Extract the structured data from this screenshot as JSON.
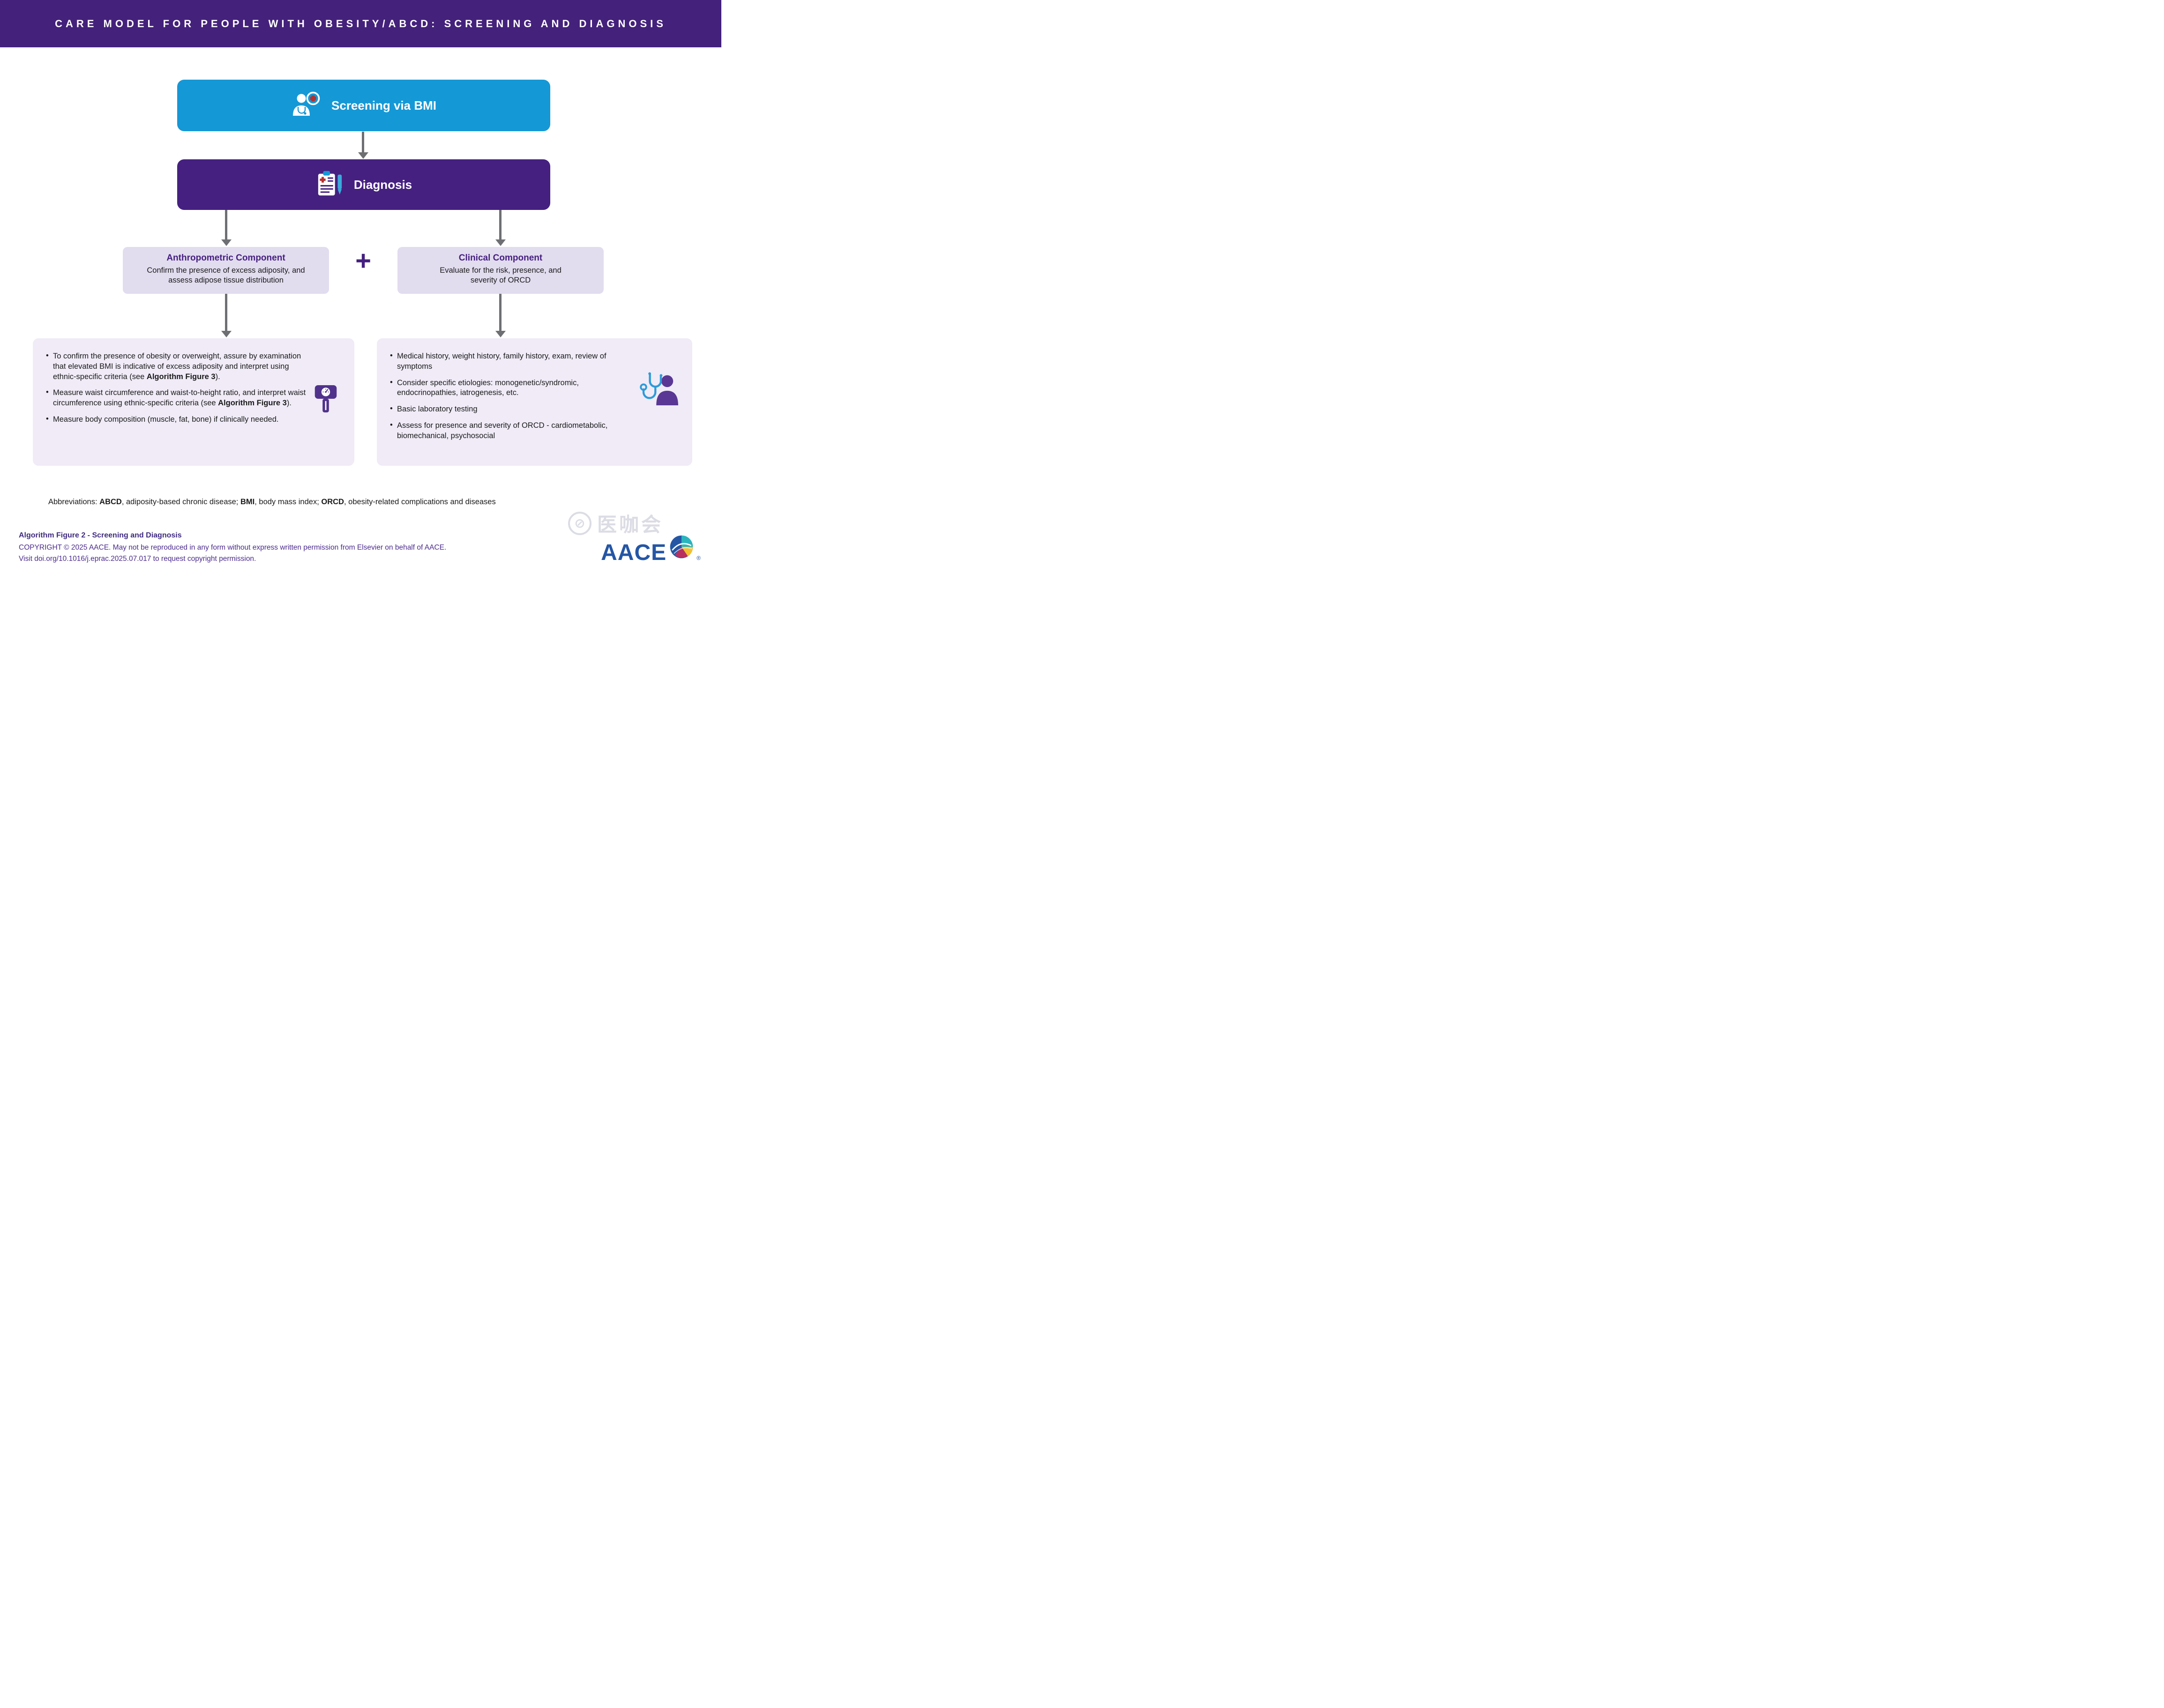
{
  "colors": {
    "header_purple": "#44217B",
    "screening_blue": "#1598D6",
    "diagnosis_purple": "#452080",
    "component_lavender": "#E2DCEF",
    "detail_lavender": "#F0EBF7",
    "arrow_gray": "#6E6F72",
    "cross_red": "#B5312F",
    "aace_blue": "#2456A5"
  },
  "header": {
    "title": "CARE MODEL FOR PEOPLE WITH OBESITY/ABCD: SCREENING AND DIAGNOSIS"
  },
  "flow": {
    "screening_label": "Screening via BMI",
    "diagnosis_label": "Diagnosis",
    "plus_sign": "+",
    "anthropometric": {
      "title": "Anthropometric Component",
      "subtitle": "Confirm the presence of excess adiposity, and assess adipose tissue distribution",
      "bullets": [
        "To confirm the presence of obesity or overweight, assure by examination that elevated BMI is indicative of excess adiposity and interpret using ethnic-specific criteria (see **Algorithm Figure 3**).",
        "Measure waist circumference and waist-to-height ratio, and interpret waist circumference using ethnic-specific criteria (see **Algorithm Figure 3**).",
        "Measure body composition (muscle, fat, bone) if clinically needed."
      ]
    },
    "clinical": {
      "title": "Clinical Component",
      "subtitle": "Evaluate for the risk, presence, and severity of ORCD",
      "bullets": [
        "Medical history, weight history, family history, exam, review of symptoms",
        "Consider specific etiologies: monogenetic/syndromic, endocrinopathies, iatrogenesis, etc.",
        "Basic laboratory testing",
        "Assess for presence and severity of ORCD - cardiometabolic, biomechanical, psychosocial"
      ]
    }
  },
  "abbreviations": "Abbreviations: **ABCD**, adiposity-based chronic disease; **BMI**, body mass index; **ORCD**, obesity-related complications and diseases",
  "footer": {
    "figure_label": "Algorithm Figure 2 - Screening and Diagnosis",
    "copyright": "COPYRIGHT © 2025 AACE. May not be reproduced in any form without express written permission from Elsevier on behalf of AACE.",
    "doi_note": "Visit doi.org/10.1016/j.eprac.2025.07.017 to request copyright permission.",
    "logo_text": "AACE",
    "registered_mark": "®"
  },
  "watermark": {
    "text": "医咖会"
  }
}
